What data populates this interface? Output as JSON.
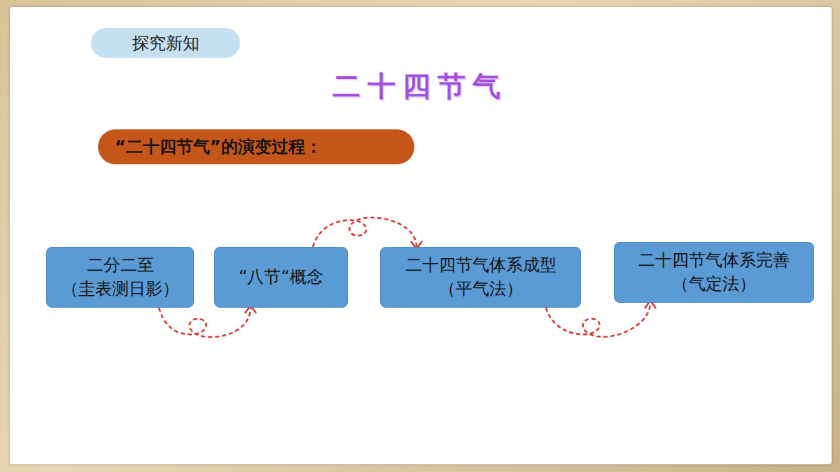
{
  "diagram": {
    "title": "二十四节气",
    "nodes": [
      {
        "text": [
          "探究新知"
        ]
      },
      {
        "text": [
          "“二十四节气”的演变过程："
        ]
      },
      {
        "text": [
          "二分二至",
          "（圭表测日影）"
        ]
      },
      {
        "text": [
          "“八节“概念"
        ]
      },
      {
        "text": [
          "二十四节气体系成型",
          "（平气法）"
        ]
      },
      {
        "text": [
          "二十四节气体系完善",
          "（气定法）"
        ]
      }
    ],
    "edges": [
      {
        "from": 2,
        "to": 3,
        "arrow": "to"
      },
      {
        "from": 3,
        "to": 4,
        "arrow": "to"
      },
      {
        "from": 4,
        "to": 5,
        "arrow": "to"
      }
    ]
  }
}
